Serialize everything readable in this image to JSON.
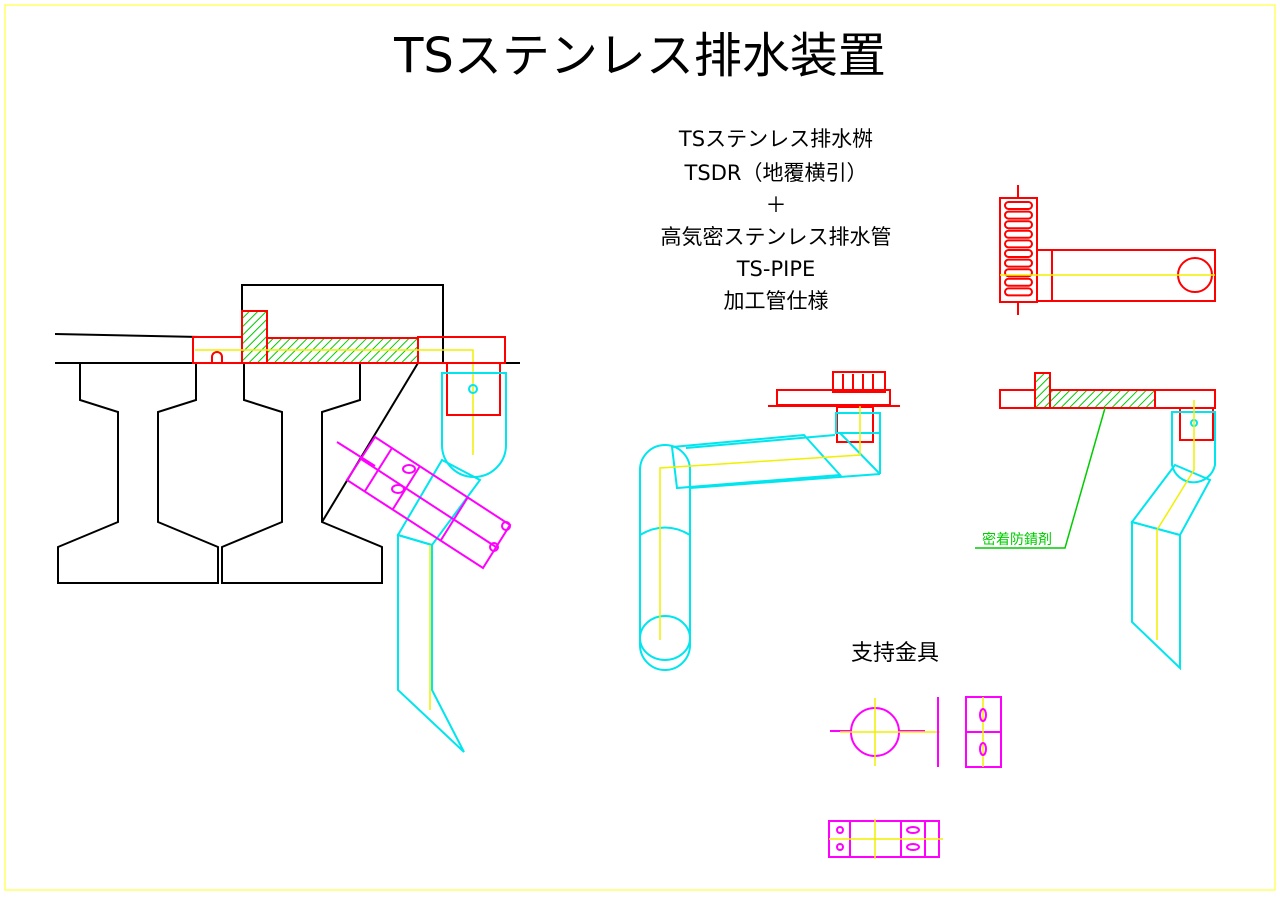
{
  "title": "TSステンレス排水装置",
  "spec": {
    "line1": "TSステンレス排水桝",
    "line2": "TSDR（地覆横引）",
    "line3": "＋",
    "line4": "高気密ステンレス排水管",
    "line5": "TS-PIPE",
    "line6": "加工管仕様"
  },
  "labels": {
    "sealant": "密着防錆剤",
    "support": "支持金具"
  },
  "colors": {
    "drain_box": "#ff0000",
    "pipe": "#00e5ee",
    "centerline": "#f0f000",
    "bracket": "#ff00ff",
    "hatch": "#00cc00",
    "structure": "#000000",
    "border": "#ffff66"
  }
}
